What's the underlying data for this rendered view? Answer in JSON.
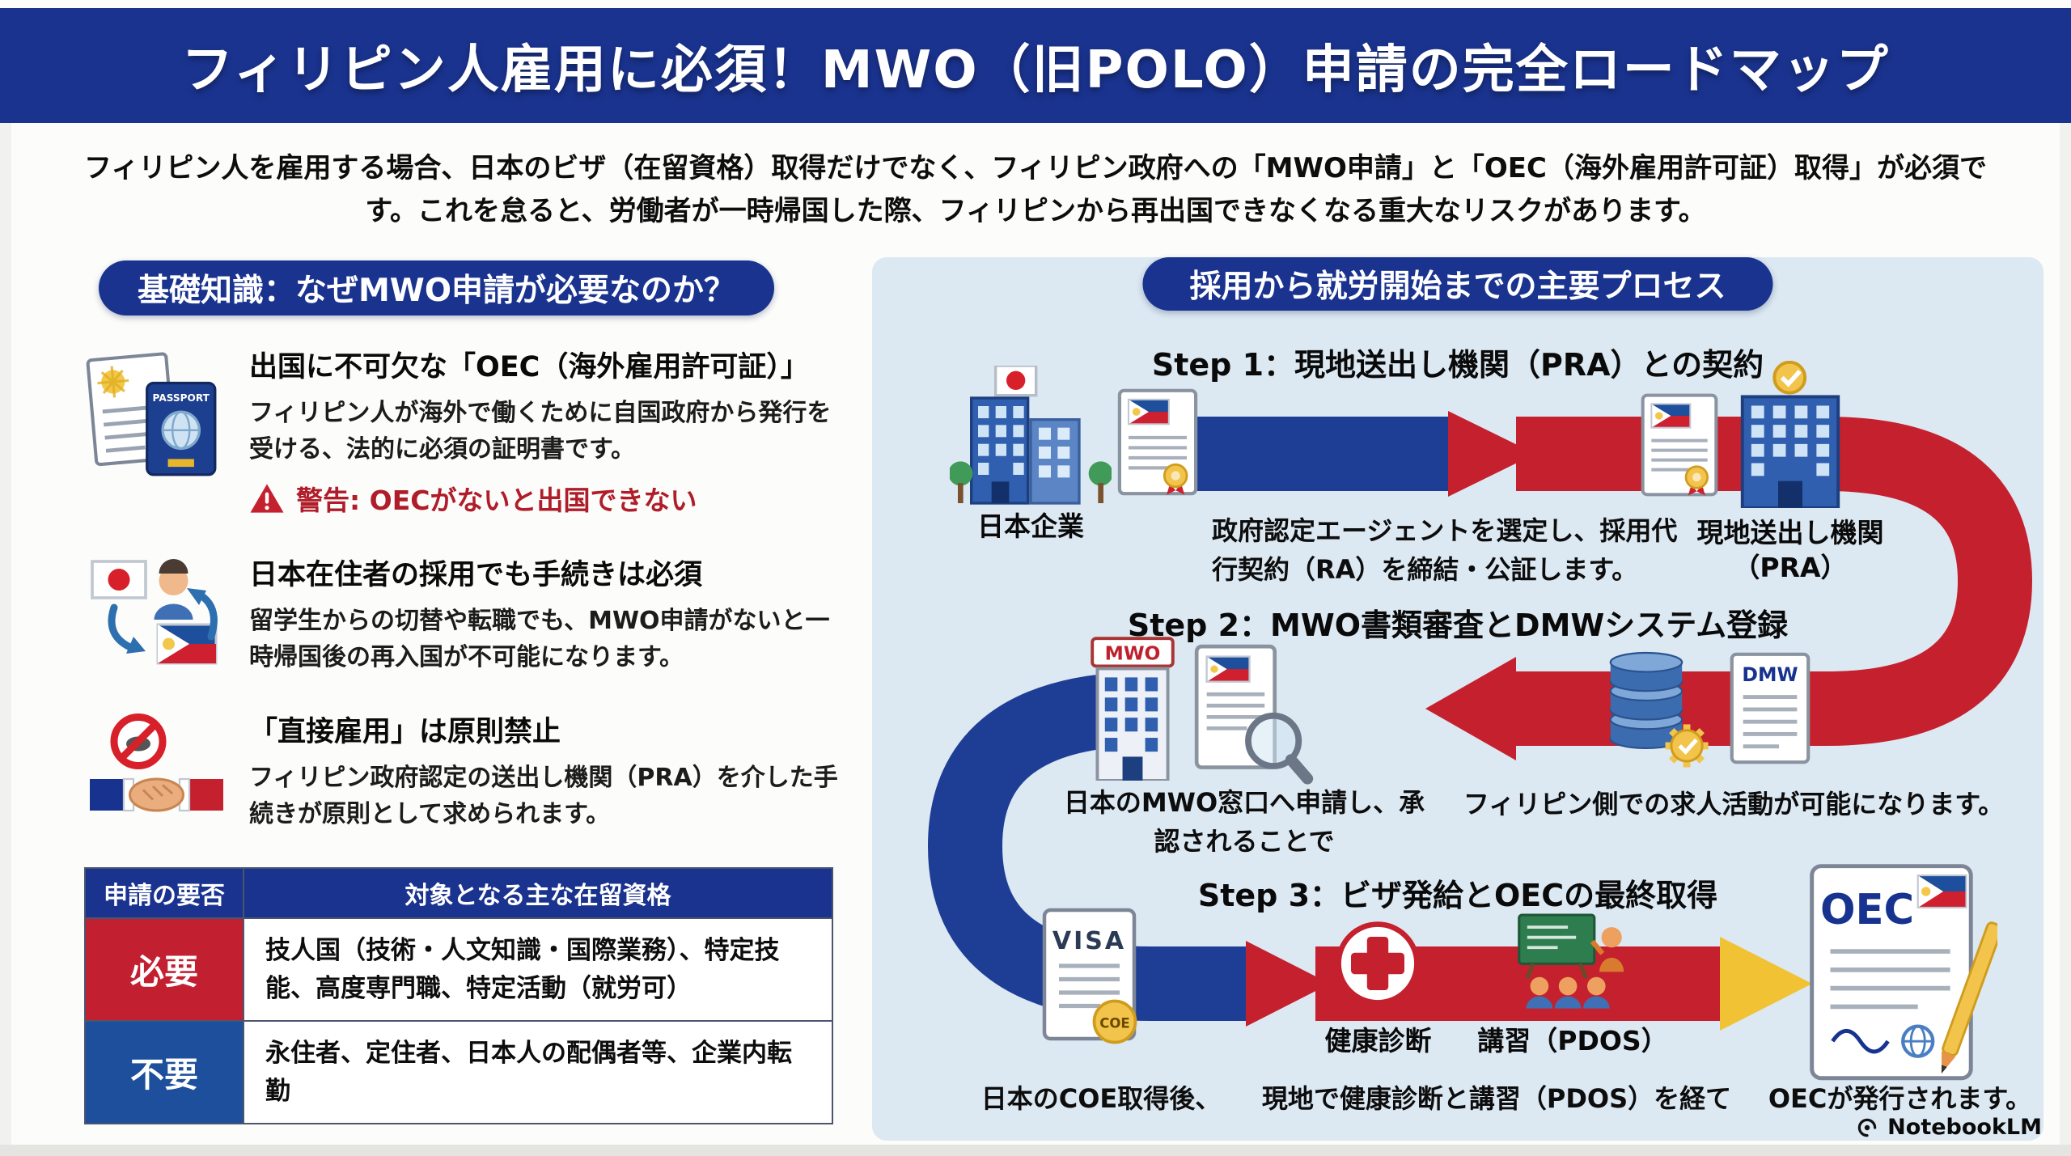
{
  "header": {
    "title": "フィリピン人雇用に必須！MWO（旧POLO）申請の完全ロードマップ"
  },
  "intro": {
    "text": "フィリピン人を雇用する場合、日本のビザ（在留資格）取得だけでなく、フィリピン政府への「MWO申請」と「OEC（海外雇用許可証）取得」が必須です。これを怠ると、労働者が一時帰国した際、フィリピンから再出国できなくなる重大なリスクがあります。"
  },
  "basics": {
    "section_title": "基礎知識：なぜMWO申請が必要なのか？",
    "items": [
      {
        "heading": "出国に不可欠な「OEC（海外雇用許可証）」",
        "body": "フィリピン人が海外で働くために自国政府から発行を受ける、法的に必須の証明書です。",
        "warning": "警告: OECがないと出国できない",
        "passport_text": "PASSPORT"
      },
      {
        "heading": "日本在住者の採用でも手続きは必須",
        "body": "留学生からの切替や転職でも、MWO申請がないと一時帰国後の再入国が不可能になります。"
      },
      {
        "heading": "「直接雇用」は原則禁止",
        "body": "フィリピン政府認定の送出し機関（PRA）を介した手続きが原則として求められます。"
      }
    ],
    "table": {
      "headers": [
        "申請の要否",
        "対象となる主な在留資格"
      ],
      "rows": [
        {
          "requirement": "必要",
          "statuses": "技人国（技術・人文知識・国際業務）、特定技能、高度専門職、特定活動（就労可）"
        },
        {
          "requirement": "不要",
          "statuses": "永住者、定住者、日本人の配偶者等、企業内転勤"
        }
      ]
    }
  },
  "process": {
    "section_title": "採用から就労開始までの主要プロセス",
    "step1": {
      "title": "Step 1：現地送出し機関（PRA）との契約",
      "company_label": "日本企業",
      "description": "政府認定エージェントを選定し、採用代行契約（RA）を締結・公証します。",
      "pra_label": "現地送出し機関（PRA）"
    },
    "step2": {
      "title": "Step 2：MWO書類審査とDMWシステム登録",
      "mwo_sign": "MWO",
      "dmw_label": "DMW",
      "caption_left": "日本のMWO窓口へ申請し、承認されることで",
      "caption_right": "フィリピン側での求人活動が可能になります。"
    },
    "step3": {
      "title": "Step 3：ビザ発給とOECの最終取得",
      "visa_text": "VISA",
      "coe_text": "COE",
      "caption_japan": "日本のCOE取得後、",
      "health_label": "健康診断",
      "training_label": "講習（PDOS）",
      "caption_local": "現地で健康診断と講習（PDOS）を経て",
      "oec_text": "OEC",
      "caption_oec": "OECが発行されます。"
    }
  },
  "watermark": {
    "label": "NotebookLM"
  },
  "colors": {
    "banner_navy": "#1a338f",
    "panel_bg": "#dce8f2",
    "road_blue": "#1e3e96",
    "road_red": "#c5202e",
    "road_yellow": "#f0c234",
    "required_red": "#c22030",
    "not_required_blue": "#1d4f9c",
    "warning_red": "#b01d2a"
  },
  "icons": {
    "warning": "triangle-exclamation",
    "prohibition": "no-entry-circle",
    "logo": "notebooklm-swirl"
  }
}
